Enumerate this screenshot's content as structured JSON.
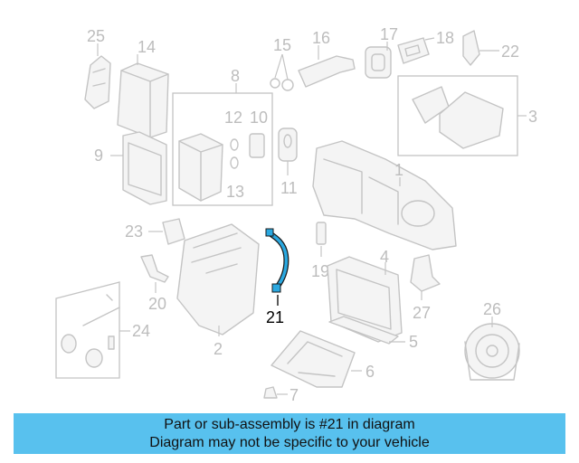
{
  "diagram": {
    "callouts": [
      "1",
      "2",
      "3",
      "4",
      "5",
      "6",
      "7",
      "8",
      "9",
      "10",
      "11",
      "12",
      "13",
      "14",
      "15",
      "16",
      "17",
      "18",
      "19",
      "20",
      "21",
      "22",
      "23",
      "24",
      "25",
      "26",
      "27"
    ],
    "highlighted_callout": "21",
    "highlight_color": "#2aa8e0"
  },
  "footer": {
    "line1": "Part or sub-assembly is #21 in diagram",
    "line2": "Diagram may not be specific to your vehicle",
    "background": "#58c1ee"
  }
}
